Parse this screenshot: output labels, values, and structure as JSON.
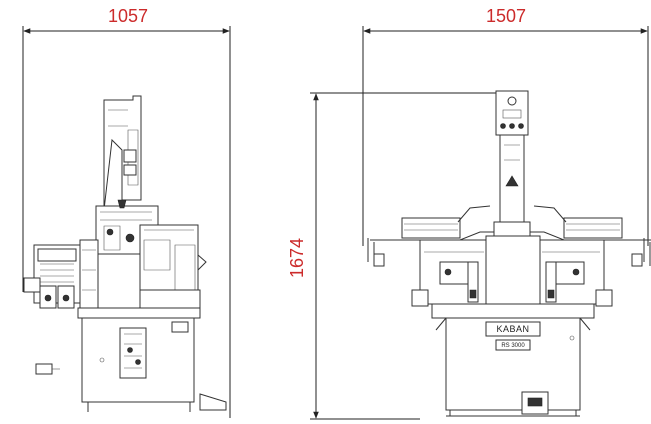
{
  "dimensions": {
    "side_width": "1057",
    "front_width": "1507",
    "height": "1674"
  },
  "machine": {
    "brand": "KABAN",
    "model": "RS 3000"
  },
  "colors": {
    "dimension_text": "#cc2b2b",
    "line": "#333333"
  }
}
